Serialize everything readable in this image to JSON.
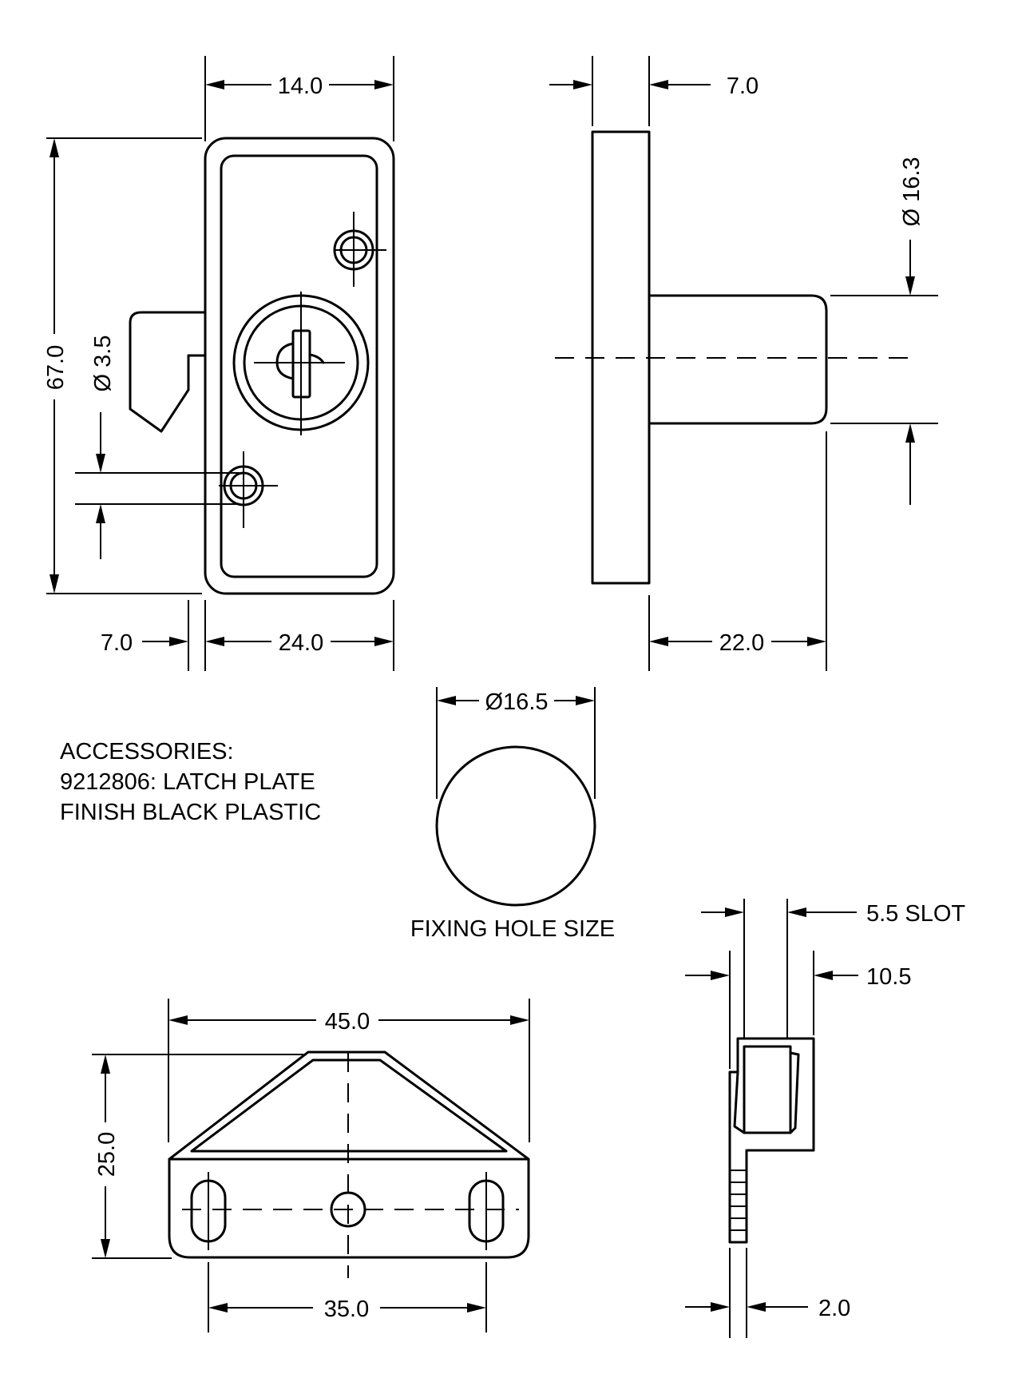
{
  "front_view": {
    "dim_width_top": "14.0",
    "dim_height": "67.0",
    "dim_hole_dia": "Ø 3.5",
    "dim_latch_offset": "7.0",
    "dim_width_bottom": "24.0"
  },
  "side_view": {
    "dim_plate_thickness": "7.0",
    "dim_cylinder_dia": "Ø 16.3",
    "dim_cylinder_length": "22.0"
  },
  "fixing_hole": {
    "dim_dia": "Ø16.5",
    "caption": "FIXING HOLE SIZE"
  },
  "accessories": {
    "line1": "ACCESSORIES:",
    "line2": "9212806: LATCH PLATE",
    "line3": "FINISH BLACK PLASTIC"
  },
  "latch_plate": {
    "dim_width": "45.0",
    "dim_height": "25.0",
    "dim_hole_spacing": "35.0"
  },
  "latch_plate_side": {
    "dim_slot": "5.5 SLOT",
    "dim_depth": "10.5",
    "dim_thickness": "2.0"
  }
}
